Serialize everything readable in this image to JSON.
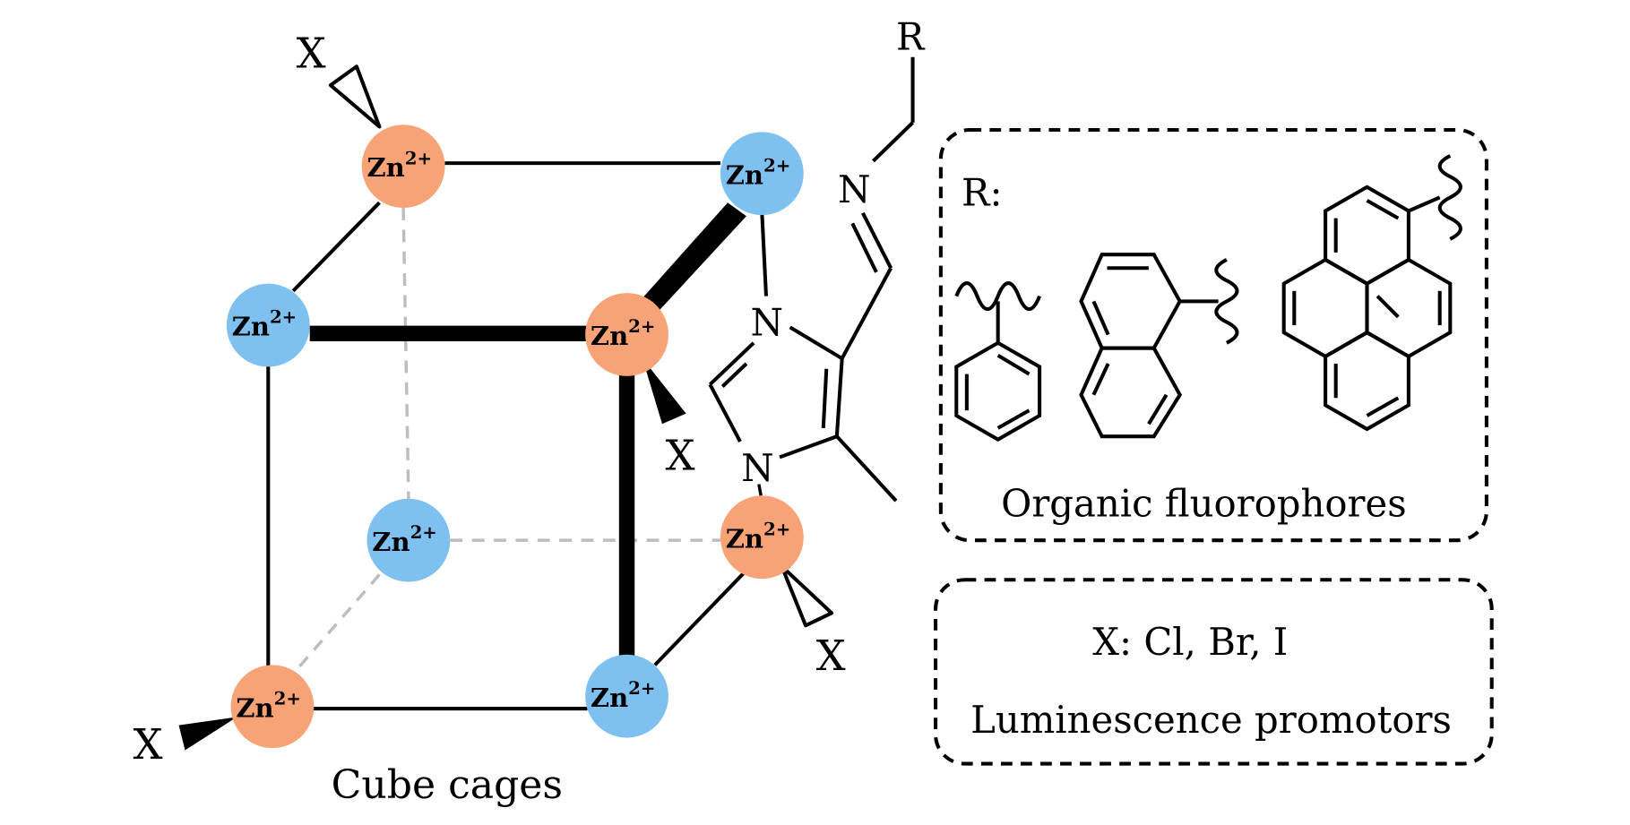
{
  "colors": {
    "zn_orange": "#F8A377",
    "zn_blue": "#7EC1F1",
    "dashed_edge": "#BDBDBD"
  },
  "zn_label": {
    "base": "Zn",
    "charge": "2+"
  },
  "halide_label": "X",
  "imidazole": {
    "nitrogen": "N",
    "substituent": "R"
  },
  "cube_caption": "Cube cages",
  "fluorophore_box": {
    "prefix": "R:",
    "caption": "Organic fluorophores"
  },
  "halide_box": {
    "line": "X: Cl, Br, I",
    "caption": "Luminescence promotors"
  }
}
